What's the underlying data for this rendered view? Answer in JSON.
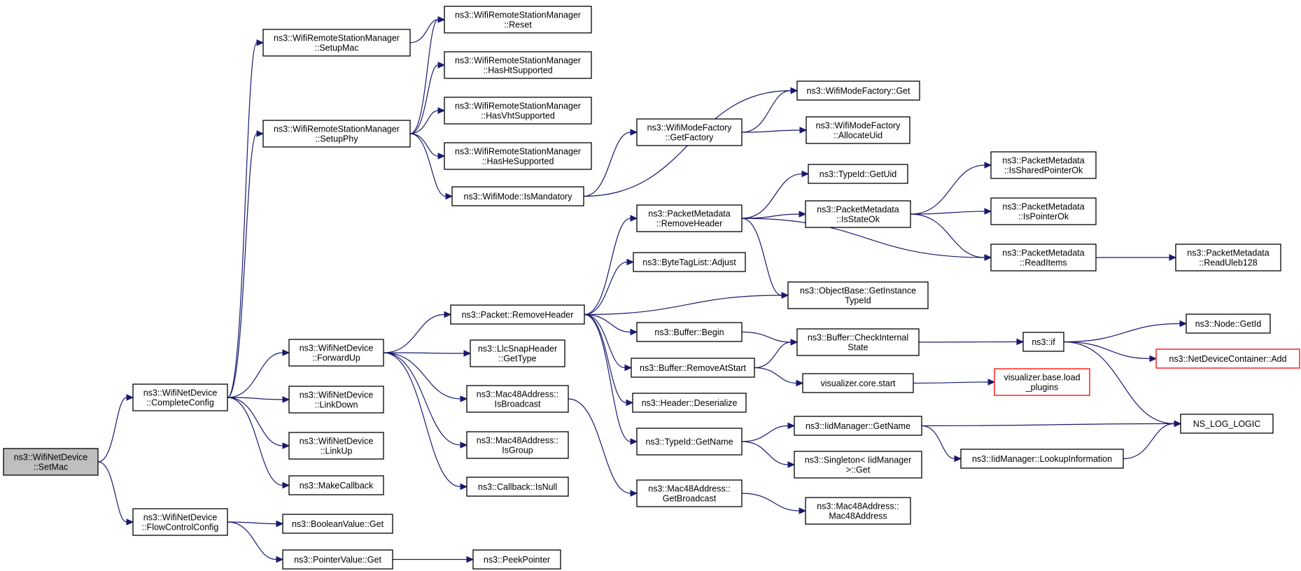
{
  "diagram": {
    "colors": {
      "edge": "#191970",
      "root_fill": "#bfbfbf",
      "missing_border": "#ff0000",
      "border": "#000000"
    },
    "nodes": [
      {
        "id": "setmac",
        "lines": [
          "ns3::WifiNetDevice",
          "::SetMac"
        ],
        "root": true
      },
      {
        "id": "completeconfig",
        "lines": [
          "ns3::WifiNetDevice",
          "::CompleteConfig"
        ]
      },
      {
        "id": "flowcontrolconfig",
        "lines": [
          "ns3::WifiNetDevice",
          "::FlowControlConfig"
        ]
      },
      {
        "id": "setupmac",
        "lines": [
          "ns3::WifiRemoteStationManager",
          "::SetupMac"
        ]
      },
      {
        "id": "setupphy",
        "lines": [
          "ns3::WifiRemoteStationManager",
          "::SetupPhy"
        ]
      },
      {
        "id": "forwardup",
        "lines": [
          "ns3::WifiNetDevice",
          "::ForwardUp"
        ]
      },
      {
        "id": "linkdown",
        "lines": [
          "ns3::WifiNetDevice",
          "::LinkDown"
        ]
      },
      {
        "id": "linkup",
        "lines": [
          "ns3::WifiNetDevice",
          "::LinkUp"
        ]
      },
      {
        "id": "makecallback",
        "lines": [
          "ns3::MakeCallback"
        ]
      },
      {
        "id": "booleanget",
        "lines": [
          "ns3::BooleanValue::Get"
        ]
      },
      {
        "id": "pointerget",
        "lines": [
          "ns3::PointerValue::Get"
        ]
      },
      {
        "id": "reset",
        "lines": [
          "ns3::WifiRemoteStationManager",
          "::Reset"
        ]
      },
      {
        "id": "hasht",
        "lines": [
          "ns3::WifiRemoteStationManager",
          "::HasHtSupported"
        ]
      },
      {
        "id": "hasvht",
        "lines": [
          "ns3::WifiRemoteStationManager",
          "::HasVhtSupported"
        ]
      },
      {
        "id": "hashe",
        "lines": [
          "ns3::WifiRemoteStationManager",
          "::HasHeSupported"
        ]
      },
      {
        "id": "ismandatory",
        "lines": [
          "ns3::WifiMode::IsMandatory"
        ]
      },
      {
        "id": "packetremoveheader",
        "lines": [
          "ns3::Packet::RemoveHeader"
        ]
      },
      {
        "id": "llcgettype",
        "lines": [
          "ns3::LlcSnapHeader",
          "::GetType"
        ]
      },
      {
        "id": "isbroadcast",
        "lines": [
          "ns3::Mac48Address::",
          "IsBroadcast"
        ]
      },
      {
        "id": "isgroup",
        "lines": [
          "ns3::Mac48Address::",
          "IsGroup"
        ]
      },
      {
        "id": "isnull",
        "lines": [
          "ns3::Callback::IsNull"
        ]
      },
      {
        "id": "peekpointer",
        "lines": [
          "ns3::PeekPointer"
        ]
      },
      {
        "id": "getfactory",
        "lines": [
          "ns3::WifiModeFactory",
          "::GetFactory"
        ]
      },
      {
        "id": "pmremoveheader",
        "lines": [
          "ns3::PacketMetadata",
          "::RemoveHeader"
        ]
      },
      {
        "id": "bytetagadjust",
        "lines": [
          "ns3::ByteTagList::Adjust"
        ]
      },
      {
        "id": "bufferbegin",
        "lines": [
          "ns3::Buffer::Begin"
        ]
      },
      {
        "id": "removeatstart",
        "lines": [
          "ns3::Buffer::RemoveAtStart"
        ]
      },
      {
        "id": "deserialize",
        "lines": [
          "ns3::Header::Deserialize"
        ]
      },
      {
        "id": "typeidgetname",
        "lines": [
          "ns3::TypeId::GetName"
        ]
      },
      {
        "id": "getbroadcast",
        "lines": [
          "ns3::Mac48Address::",
          "GetBroadcast"
        ]
      },
      {
        "id": "factoryget",
        "lines": [
          "ns3::WifiModeFactory::Get"
        ]
      },
      {
        "id": "allocateuid",
        "lines": [
          "ns3::WifiModeFactory",
          "::AllocateUid"
        ]
      },
      {
        "id": "getuid",
        "lines": [
          "ns3::TypeId::GetUid"
        ]
      },
      {
        "id": "isstateok",
        "lines": [
          "ns3::PacketMetadata",
          "::IsStateOk"
        ]
      },
      {
        "id": "getinstancetypeid",
        "lines": [
          "ns3::ObjectBase::GetInstance",
          "TypeId"
        ]
      },
      {
        "id": "checkinternal",
        "lines": [
          "ns3::Buffer::CheckInternal",
          "State"
        ]
      },
      {
        "id": "corestart",
        "lines": [
          "visualizer.core.start"
        ]
      },
      {
        "id": "iidgetname",
        "lines": [
          "ns3::IidManager::GetName"
        ]
      },
      {
        "id": "singletonget",
        "lines": [
          "ns3::Singleton< IidManager",
          ">::Get"
        ]
      },
      {
        "id": "mac48ctor",
        "lines": [
          "ns3::Mac48Address::",
          "Mac48Address"
        ]
      },
      {
        "id": "issharedptr",
        "lines": [
          "ns3::PacketMetadata",
          "::IsSharedPointerOk"
        ]
      },
      {
        "id": "isptrok",
        "lines": [
          "ns3::PacketMetadata",
          "::IsPointerOk"
        ]
      },
      {
        "id": "readitems",
        "lines": [
          "ns3::PacketMetadata",
          "::ReadItems"
        ]
      },
      {
        "id": "nsif",
        "lines": [
          "ns3::if"
        ]
      },
      {
        "id": "loadplugins",
        "lines": [
          "visualizer.base.load",
          "_plugins"
        ],
        "missing": true
      },
      {
        "id": "lookupinfo",
        "lines": [
          "ns3::IidManager::LookupInformation"
        ]
      },
      {
        "id": "readuleb",
        "lines": [
          "ns3::PacketMetadata",
          "::ReadUleb128"
        ]
      },
      {
        "id": "nodegetid",
        "lines": [
          "ns3::Node::GetId"
        ]
      },
      {
        "id": "ndcadd",
        "lines": [
          "ns3::NetDeviceContainer::Add"
        ],
        "missing": true
      },
      {
        "id": "nslog",
        "lines": [
          "NS_LOG_LOGIC"
        ]
      }
    ],
    "edges": [
      [
        "setmac",
        "completeconfig"
      ],
      [
        "setmac",
        "flowcontrolconfig"
      ],
      [
        "completeconfig",
        "setupmac"
      ],
      [
        "completeconfig",
        "setupphy"
      ],
      [
        "completeconfig",
        "forwardup"
      ],
      [
        "completeconfig",
        "linkdown"
      ],
      [
        "completeconfig",
        "linkup"
      ],
      [
        "completeconfig",
        "makecallback"
      ],
      [
        "flowcontrolconfig",
        "booleanget"
      ],
      [
        "flowcontrolconfig",
        "pointerget"
      ],
      [
        "pointerget",
        "peekpointer"
      ],
      [
        "setupmac",
        "reset"
      ],
      [
        "setupphy",
        "reset"
      ],
      [
        "setupphy",
        "hasht"
      ],
      [
        "setupphy",
        "hasvht"
      ],
      [
        "setupphy",
        "hashe"
      ],
      [
        "setupphy",
        "ismandatory"
      ],
      [
        "ismandatory",
        "getfactory"
      ],
      [
        "ismandatory",
        "factoryget"
      ],
      [
        "getfactory",
        "factoryget"
      ],
      [
        "getfactory",
        "allocateuid"
      ],
      [
        "forwardup",
        "packetremoveheader"
      ],
      [
        "forwardup",
        "llcgettype"
      ],
      [
        "forwardup",
        "isbroadcast"
      ],
      [
        "forwardup",
        "isgroup"
      ],
      [
        "forwardup",
        "isnull"
      ],
      [
        "isbroadcast",
        "getbroadcast"
      ],
      [
        "getbroadcast",
        "mac48ctor"
      ],
      [
        "packetremoveheader",
        "pmremoveheader"
      ],
      [
        "packetremoveheader",
        "bytetagadjust"
      ],
      [
        "packetremoveheader",
        "getinstancetypeid"
      ],
      [
        "packetremoveheader",
        "bufferbegin"
      ],
      [
        "packetremoveheader",
        "removeatstart"
      ],
      [
        "packetremoveheader",
        "deserialize"
      ],
      [
        "packetremoveheader",
        "typeidgetname"
      ],
      [
        "pmremoveheader",
        "getuid"
      ],
      [
        "pmremoveheader",
        "isstateok"
      ],
      [
        "pmremoveheader",
        "readitems"
      ],
      [
        "pmremoveheader",
        "getinstancetypeid"
      ],
      [
        "isstateok",
        "issharedptr"
      ],
      [
        "isstateok",
        "isptrok"
      ],
      [
        "isstateok",
        "readitems"
      ],
      [
        "readitems",
        "readuleb"
      ],
      [
        "bufferbegin",
        "checkinternal"
      ],
      [
        "removeatstart",
        "checkinternal"
      ],
      [
        "removeatstart",
        "corestart"
      ],
      [
        "checkinternal",
        "nsif"
      ],
      [
        "corestart",
        "loadplugins"
      ],
      [
        "nsif",
        "nodegetid"
      ],
      [
        "nsif",
        "ndcadd"
      ],
      [
        "nsif",
        "nslog"
      ],
      [
        "typeidgetname",
        "iidgetname"
      ],
      [
        "typeidgetname",
        "singletonget"
      ],
      [
        "iidgetname",
        "nslog"
      ],
      [
        "iidgetname",
        "lookupinfo"
      ],
      [
        "lookupinfo",
        "nslog"
      ]
    ]
  }
}
